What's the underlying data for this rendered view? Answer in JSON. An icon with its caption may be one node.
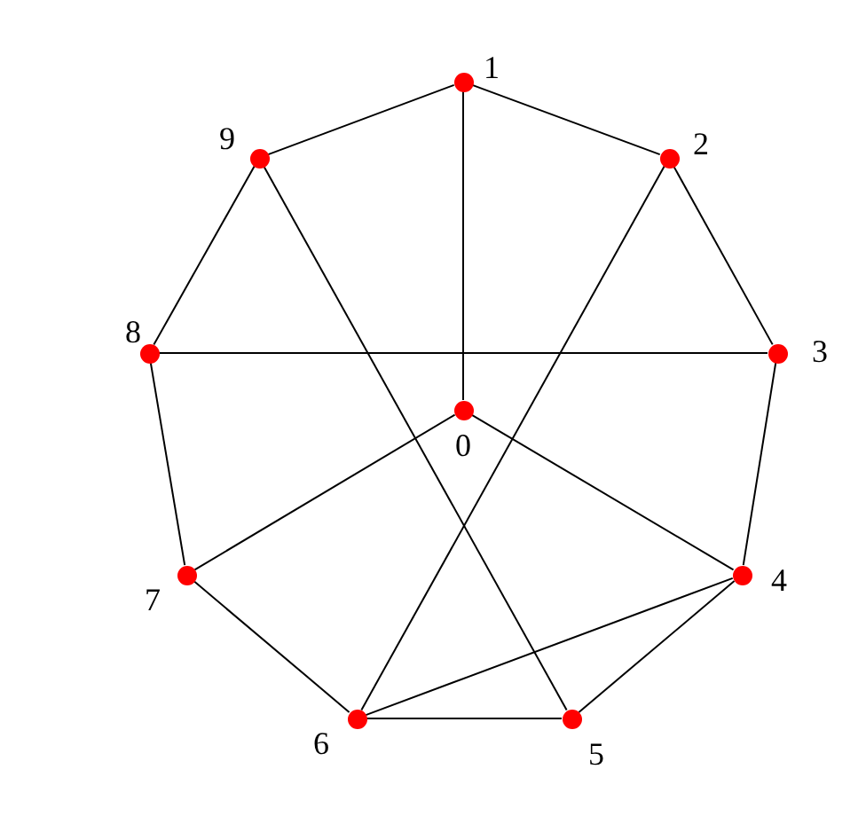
{
  "diagram": {
    "nodes": [
      {
        "text": [],
        "shape": "circle",
        "beside": [
          "0"
        ]
      },
      {
        "text": [],
        "shape": "circle",
        "beside": [
          "1"
        ]
      },
      {
        "text": [],
        "shape": "circle",
        "beside": [
          "2"
        ]
      },
      {
        "text": [],
        "shape": "circle",
        "beside": [
          "3"
        ]
      },
      {
        "text": [],
        "shape": "circle",
        "beside": [
          "4"
        ]
      },
      {
        "text": [],
        "shape": "circle",
        "beside": [
          "5"
        ]
      },
      {
        "text": [],
        "shape": "circle",
        "beside": [
          "6"
        ]
      },
      {
        "text": [],
        "shape": "circle",
        "beside": [
          "7"
        ]
      },
      {
        "text": [],
        "shape": "circle",
        "beside": [
          "8"
        ]
      },
      {
        "text": [],
        "shape": "circle",
        "beside": [
          "9"
        ]
      }
    ],
    "edges": [
      {
        "from": 0,
        "to": 1,
        "arrow": "none"
      },
      {
        "from": 0,
        "to": 4,
        "arrow": "none"
      },
      {
        "from": 0,
        "to": 7,
        "arrow": "none"
      },
      {
        "from": 1,
        "to": 2,
        "arrow": "none"
      },
      {
        "from": 1,
        "to": 9,
        "arrow": "none"
      },
      {
        "from": 2,
        "to": 3,
        "arrow": "none"
      },
      {
        "from": 2,
        "to": 6,
        "arrow": "none"
      },
      {
        "from": 3,
        "to": 4,
        "arrow": "none"
      },
      {
        "from": 3,
        "to": 8,
        "arrow": "none"
      },
      {
        "from": 4,
        "to": 5,
        "arrow": "none"
      },
      {
        "from": 4,
        "to": 6,
        "arrow": "none"
      },
      {
        "from": 5,
        "to": 6,
        "arrow": "none"
      },
      {
        "from": 5,
        "to": 9,
        "arrow": "none"
      },
      {
        "from": 6,
        "to": 7,
        "arrow": "none"
      },
      {
        "from": 7,
        "to": 8,
        "arrow": "none"
      },
      {
        "from": 8,
        "to": 9,
        "arrow": "none"
      }
    ]
  }
}
